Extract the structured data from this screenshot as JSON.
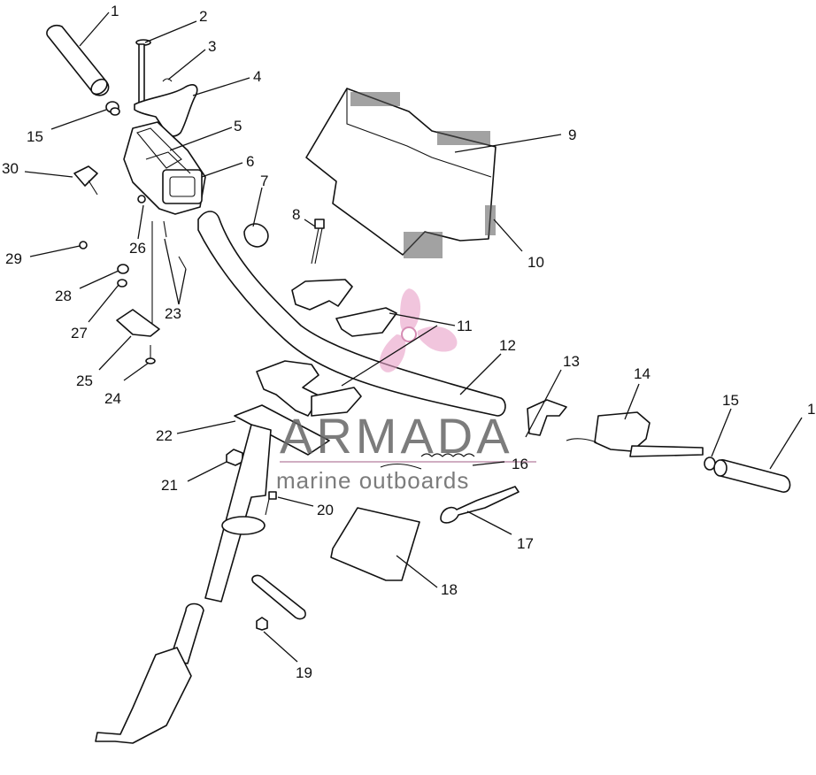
{
  "callouts": [
    "1",
    "2",
    "3",
    "4",
    "15",
    "5",
    "9",
    "6",
    "30",
    "7",
    "8",
    "26",
    "29",
    "10",
    "28",
    "23",
    "11",
    "27",
    "25",
    "12",
    "13",
    "14",
    "15",
    "1",
    "24",
    "22",
    "16",
    "21",
    "20",
    "17",
    "18",
    "19"
  ],
  "watermark": {
    "brand": "ARMADA",
    "tagline": "marine outboards",
    "logo_color": "#e8a0c8"
  }
}
